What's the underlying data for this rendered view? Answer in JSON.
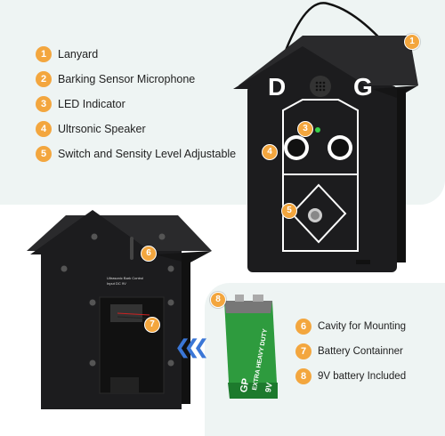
{
  "legend_top": [
    {
      "num": "1",
      "label": "Lanyard"
    },
    {
      "num": "2",
      "label": "Barking Sensor Microphone"
    },
    {
      "num": "3",
      "label": "LED Indicator"
    },
    {
      "num": "4",
      "label": "Ultrsonic Speaker"
    },
    {
      "num": "5",
      "label": "Switch and Sensity Level Adjustable"
    }
  ],
  "legend_bottom": [
    {
      "num": "6",
      "label": "Cavity for Mounting"
    },
    {
      "num": "7",
      "label": "Battery Containner"
    },
    {
      "num": "8",
      "label": "9V battery Included"
    }
  ],
  "callouts": [
    "1",
    "3",
    "4",
    "5",
    "6",
    "7",
    "8"
  ],
  "logo": {
    "left": "D",
    "right": "G"
  },
  "back_label": [
    "Ultrasonic Bark Control",
    "Input DC 9V"
  ],
  "battery_brand": "GP",
  "battery_text": "EXTRA HEAVY DUTY",
  "battery_voltage": "9V",
  "colors": {
    "accent": "#f3a63e",
    "device": "#1c1c1e",
    "panel": "#eef4f3",
    "battery_green": "#2e9b3e",
    "arrow": "#3a76d6"
  }
}
